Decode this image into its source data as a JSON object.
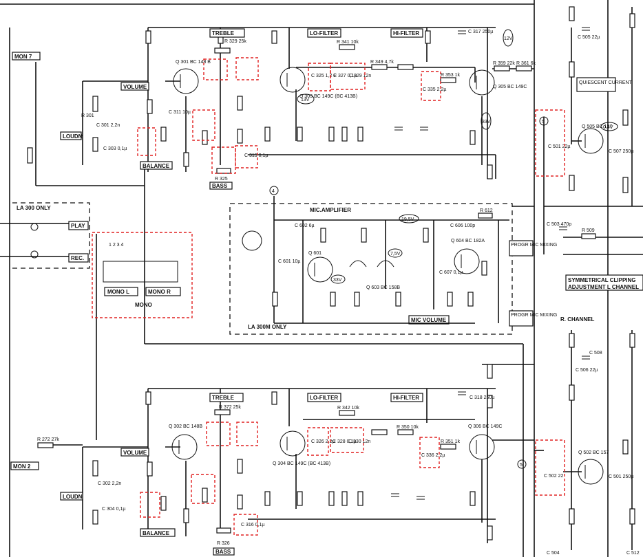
{
  "mic": {
    "title": "MIC.AMPLIFIER",
    "only_label": "LA 300M ONLY",
    "volume": "MIC VOLUME",
    "q_left": "Q 601",
    "q_mid": "Q 603 BC 158B",
    "q_right": "Q 604 BC 182A",
    "c601": "C 601 10µ",
    "c602": "C 602 6µ",
    "c606": "C 606 100p",
    "c607": "C 607 0,1µ",
    "v1": "33V",
    "v2": "7,5V",
    "v3": "19,5V",
    "r612": "R 612",
    "prog1": "PROGR MIC MIXING",
    "prog2": "PROGR MIC MIXING"
  },
  "upper": {
    "treble": "TREBLE",
    "lo": "LO-FILTER",
    "hi": "HI-FILTER",
    "volume": "VOLUME",
    "balance": "BALANCE",
    "bass": "BASS",
    "loudn": "LOUDN",
    "mono7": "MON 7",
    "q301": "Q 301 BC 148 B",
    "q303": "Q 303 BC 149C (BC 413B)",
    "q305": "Q 305 BC 149C",
    "c301": "C 301 2,2n",
    "c303": "C 303 0,1µ",
    "c311": "C 311 10µ",
    "c317": "C 317 250µ",
    "c315": "C 315 0,1µ",
    "c325": "C 325 1,2 F",
    "c327": "C 327 0,1µ",
    "c329": "C 329 12n",
    "c335": "C 335 2,2µ",
    "r301": "R 301",
    "r341": "R 341 10k",
    "r349": "R 349 4,7k",
    "r359": "R 359 22k",
    "r361": "R 361 6k",
    "r353": "R 353 1k",
    "r325": "R 325",
    "r329": "R 329 25k",
    "v1": "13V",
    "v2": "12V",
    "v3": "33V"
  },
  "lower": {
    "treble": "TREBLE",
    "lo": "LO-FILTER",
    "hi": "HI-FILTER",
    "volume": "VOLUME",
    "balance": "BALANCE",
    "bass": "BASS",
    "loudn": "LOUDN",
    "mono2": "MON 2",
    "q302": "Q 302 BC 148B",
    "q304": "Q 304 BC 149C (BC 413B)",
    "q306": "Q 306 BC 149C",
    "c302": "C 302 2,2n",
    "c304": "C 304 0,1µ",
    "c318": "C 318 250µ",
    "c316": "C 316 0,1µ",
    "c326": "C 326 2,2µ",
    "c328": "C 328 0,1µ",
    "c330": "C 330 12n",
    "c336": "C 336 2,2µ",
    "r272": "R 272 27k",
    "r342": "R 342 10k",
    "r350": "R 350 10k",
    "r351": "R 351 1k",
    "r326": "R 326",
    "r372": "R 372 25k"
  },
  "left": {
    "la300only": "LA 300 ONLY",
    "play": "PLAY",
    "rec": "REC.",
    "mono_l": "MONO L",
    "mono_r": "MONO R",
    "mono": "MONO",
    "pins": "1  2  3  4"
  },
  "right": {
    "quiescent": "QUIESCENT CURRENT",
    "clipping1": "SYMMETRICAL CLIPPING",
    "clipping2": "ADJUSTMENT L CHANNEL",
    "r_channel": "R. CHANNEL",
    "q505": "Q 505 BC 157",
    "q502": "Q 502 BC 157",
    "c501": "C 501 22µ",
    "c503": "C 503 470p",
    "c505": "C 505 22µ",
    "c506": "C 506 22µ",
    "c507": "C 507 250µ",
    "c508": "C 508",
    "c501b": "C 501 250µ",
    "c502": "C 502 22",
    "r509": "R 509",
    "v": "0,4V",
    "marker5a": "5",
    "marker5b": "5",
    "marker4": "4",
    "c504": "C 504",
    "c512": "C 512"
  }
}
